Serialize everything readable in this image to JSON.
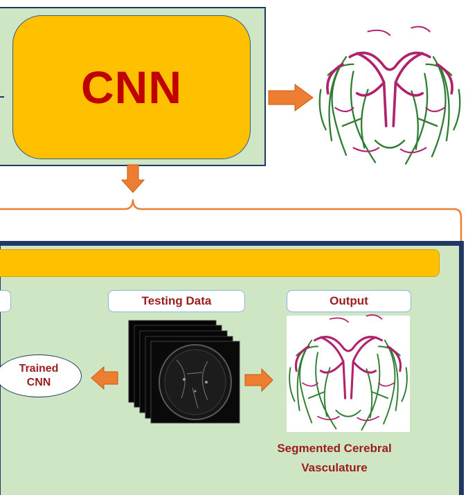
{
  "top": {
    "cnn_label": "CNN"
  },
  "bottom": {
    "testing_label": "Testing Data",
    "output_label": "Output",
    "trained_cnn_line1": "Trained",
    "trained_cnn_line2": "CNN",
    "caption_line1": "Segmented Cerebral",
    "caption_line2": "Vasculature"
  },
  "colors": {
    "panel_green": "#cfe6c4",
    "navy_border": "#1f3864",
    "cnn_yellow": "#ffc000",
    "label_red": "#c00000",
    "arrow_orange": "#ed7d31",
    "artery_magenta": "#b0226b",
    "vessel_green": "#2e7d32"
  }
}
